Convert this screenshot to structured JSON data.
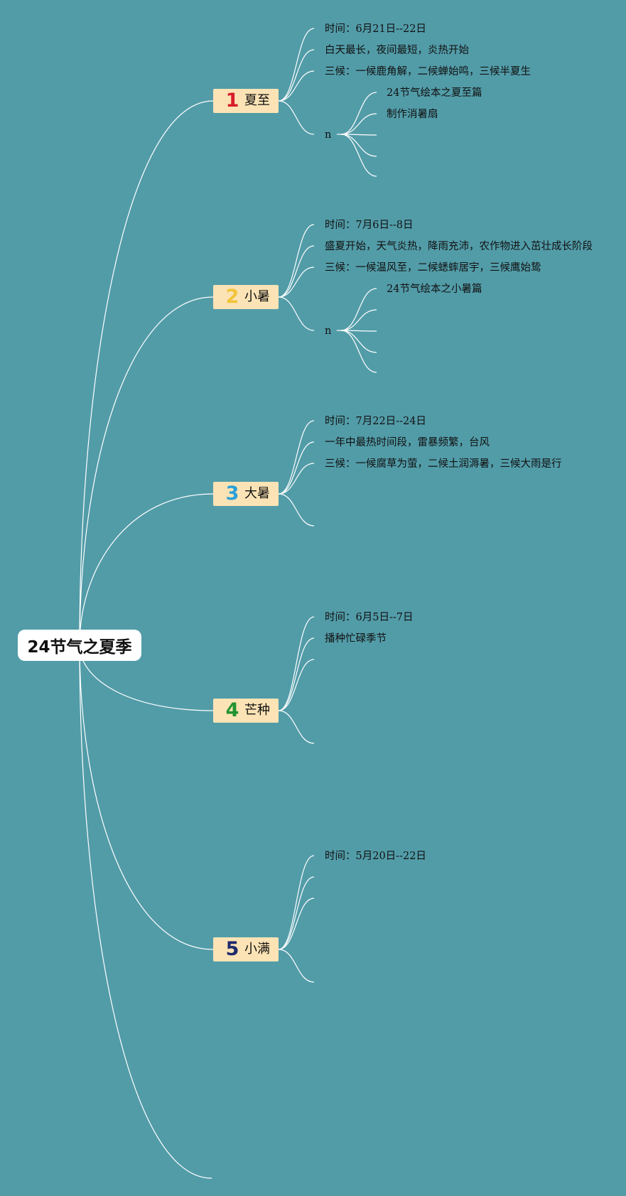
{
  "root": {
    "title": "24节气之夏季"
  },
  "colors": {
    "background": "#529ca8",
    "branch_bg": "#fbe3b5",
    "line": "#ffffff",
    "num1": "#d81e2a",
    "num2": "#f2c43c",
    "num3": "#2b9fd8",
    "num4": "#21932f",
    "num5": "#1e2a6b"
  },
  "branches": [
    {
      "number": "1",
      "label": "夏至",
      "details": [
        "时间：6月21日--22日",
        "白天最长，夜间最短，炎热开始",
        "三候：一候鹿角解，二候蝉始鸣，三候半夏生"
      ],
      "sub_label": "n",
      "sub_items": [
        "24节气绘本之夏至篇",
        "制作消暑扇"
      ]
    },
    {
      "number": "2",
      "label": "小暑",
      "details": [
        "时间：7月6日--8日",
        "盛夏开始，天气炎热，降雨充沛，农作物进入茁壮成长阶段",
        "三候：一候温风至，二候蟋蟀居宇，三候鹰始鸷"
      ],
      "sub_label": "n",
      "sub_items": [
        "24节气绘本之小暑篇"
      ]
    },
    {
      "number": "3",
      "label": "大暑",
      "details": [
        "时间：7月22日--24日",
        "一年中最热时间段，雷暴频繁，台风",
        "三候：一候腐草为萤，二候土润溽暑，三候大雨是行"
      ]
    },
    {
      "number": "4",
      "label": "芒种",
      "details": [
        "时间：6月5日--7日",
        "播种忙碌季节"
      ]
    },
    {
      "number": "5",
      "label": "小满",
      "details": [
        "时间：5月20日--22日"
      ]
    }
  ]
}
